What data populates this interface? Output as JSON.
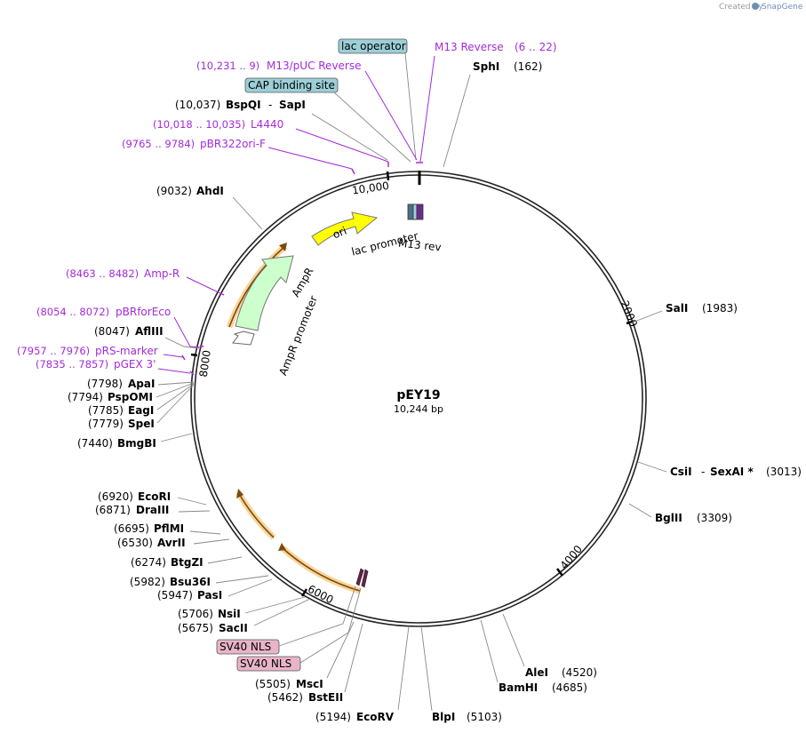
{
  "header": {
    "created_by": "Created by",
    "brand": "SnapGene"
  },
  "plasmid": {
    "name": "pEY19",
    "length_label": "10,244 bp"
  },
  "ticks": [
    "10,000",
    "2000",
    "4000",
    "6000",
    "8000"
  ],
  "features": {
    "ori": "ori",
    "lac_promoter": "lac promoter",
    "m13_rev": "M13 rev",
    "ampr": "AmpR",
    "ampr_promoter": "AmpR promoter"
  },
  "boxes": {
    "lac_operator": "lac operator",
    "cap_site": "CAP binding site",
    "sv40_nls_1": "SV40 NLS",
    "sv40_nls_2": "SV40 NLS"
  },
  "primers": [
    {
      "name": "M13 Reverse",
      "pos": "(6 .. 22)"
    },
    {
      "name": "M13/pUC Reverse",
      "pos": "(10,231 .. 9)"
    },
    {
      "name": "L4440",
      "pos": "(10,018 .. 10,035)"
    },
    {
      "name": "pBR322ori-F",
      "pos": "(9765 .. 9784)"
    },
    {
      "name": "Amp-R",
      "pos": "(8463 .. 8482)"
    },
    {
      "name": "pBRforEco",
      "pos": "(8054 .. 8072)"
    },
    {
      "name": "pRS-marker",
      "pos": "(7957 .. 7976)"
    },
    {
      "name": "pGEX 3'",
      "pos": "(7835 .. 7857)"
    }
  ],
  "sites": [
    {
      "name": "SphI",
      "pos": "(162)"
    },
    {
      "name": "BspQI",
      "name2": "SapI",
      "pos": "(10,037)"
    },
    {
      "name": "AhdI",
      "pos": "(9032)"
    },
    {
      "name": "SalI",
      "pos": "(1983)"
    },
    {
      "name": "AflIII",
      "pos": "(8047)"
    },
    {
      "name": "ApaI",
      "pos": "(7798)"
    },
    {
      "name": "PspOMI",
      "pos": "(7794)"
    },
    {
      "name": "EagI",
      "pos": "(7785)"
    },
    {
      "name": "SpeI",
      "pos": "(7779)"
    },
    {
      "name": "BmgBI",
      "pos": "(7440)"
    },
    {
      "name": "CsiI",
      "name2": "SexAI *",
      "pos": "(3013)"
    },
    {
      "name": "BglII",
      "pos": "(3309)"
    },
    {
      "name": "EcoRI",
      "pos": "(6920)"
    },
    {
      "name": "DraIII",
      "pos": "(6871)"
    },
    {
      "name": "PflMI",
      "pos": "(6695)"
    },
    {
      "name": "AvrII",
      "pos": "(6530)"
    },
    {
      "name": "BtgZI",
      "pos": "(6274)"
    },
    {
      "name": "Bsu36I",
      "pos": "(5982)"
    },
    {
      "name": "PasI",
      "pos": "(5947)"
    },
    {
      "name": "NsiI",
      "pos": "(5706)"
    },
    {
      "name": "SacII",
      "pos": "(5675)"
    },
    {
      "name": "MscI",
      "pos": "(5505)"
    },
    {
      "name": "BstEII",
      "pos": "(5462)"
    },
    {
      "name": "EcoRV",
      "pos": "(5194)"
    },
    {
      "name": "BlpI",
      "pos": "(5103)"
    },
    {
      "name": "AleI",
      "pos": "(4520)"
    },
    {
      "name": "BamHI",
      "pos": "(4685)"
    }
  ],
  "colors": {
    "primer": "#a42bd9",
    "ori": "#ffff00",
    "ampr": "#ccffcc",
    "orf_outline": "#f5b041",
    "lac_operator_box": "#9ccfd8",
    "nls_box": "#e8b4c8"
  }
}
